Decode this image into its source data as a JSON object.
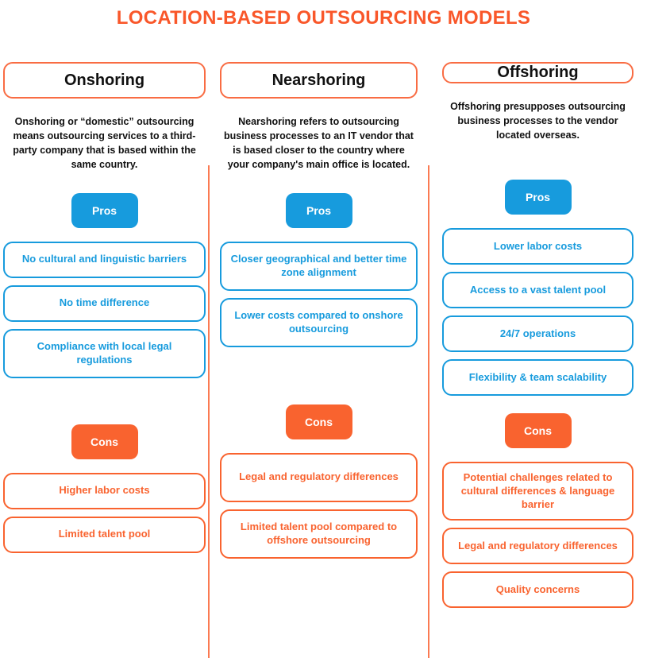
{
  "title": "LOCATION-BASED OUTSOURCING MODELS",
  "colors": {
    "accent_orange": "#f9572a",
    "border_orange": "#f96c43",
    "cons_orange": "#f9632f",
    "pros_blue": "#179bdd",
    "divider": "#fb7a52",
    "text_dark": "#111111",
    "background": "#ffffff"
  },
  "labels": {
    "pros": "Pros",
    "cons": "Cons"
  },
  "columns": [
    {
      "header": "Onshoring",
      "description": "Onshoring or “domestic” outsourcing means outsourcing services to a third-party company that is based within the same country.",
      "pros": [
        "No cultural and linguistic barriers",
        "No time difference",
        "Compliance with local legal regulations"
      ],
      "cons": [
        "Higher labor costs",
        "Limited talent pool"
      ]
    },
    {
      "header": "Nearshoring",
      "description": "Nearshoring refers to outsourcing business processes to an IT vendor that is based closer to the country where your company's main office is located.",
      "pros": [
        "Closer geographical and better time zone alignment",
        "Lower costs compared to onshore outsourcing"
      ],
      "cons": [
        "Legal and regulatory differences",
        "Limited talent pool compared to offshore outsourcing"
      ]
    },
    {
      "header": "Offshoring",
      "description": "Offshoring presupposes outsourcing business processes to the vendor located overseas.",
      "pros": [
        "Lower labor costs",
        "Access to a vast talent pool",
        "24/7 operations",
        "Flexibility & team scalability"
      ],
      "cons": [
        "Potential challenges related to cultural differences & language barrier",
        "Legal and regulatory differences",
        "Quality concerns"
      ]
    }
  ]
}
